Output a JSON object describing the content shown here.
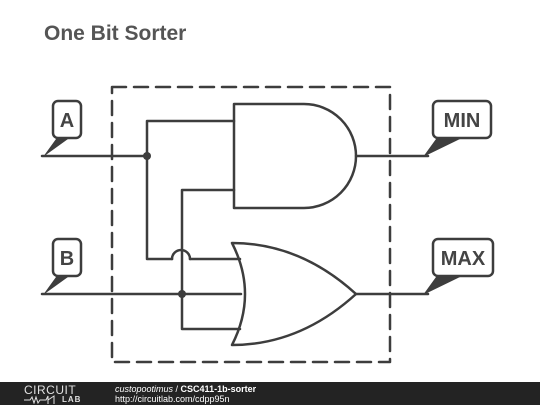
{
  "title": "One Bit Sorter",
  "labels": {
    "input_a": "A",
    "input_b": "B",
    "output_min": "MIN",
    "output_max": "MAX"
  },
  "footer": {
    "brand_top": "CIRCUIT",
    "brand_bottom": "LAB",
    "user": "custopootimus",
    "separator": " / ",
    "project": "CSC411-1b-sorter",
    "url": "http://circuitlab.com/cdpp95n"
  },
  "colors": {
    "wire": "#3d3d3d",
    "label_text": "#444444",
    "footer_bg": "#232323"
  }
}
